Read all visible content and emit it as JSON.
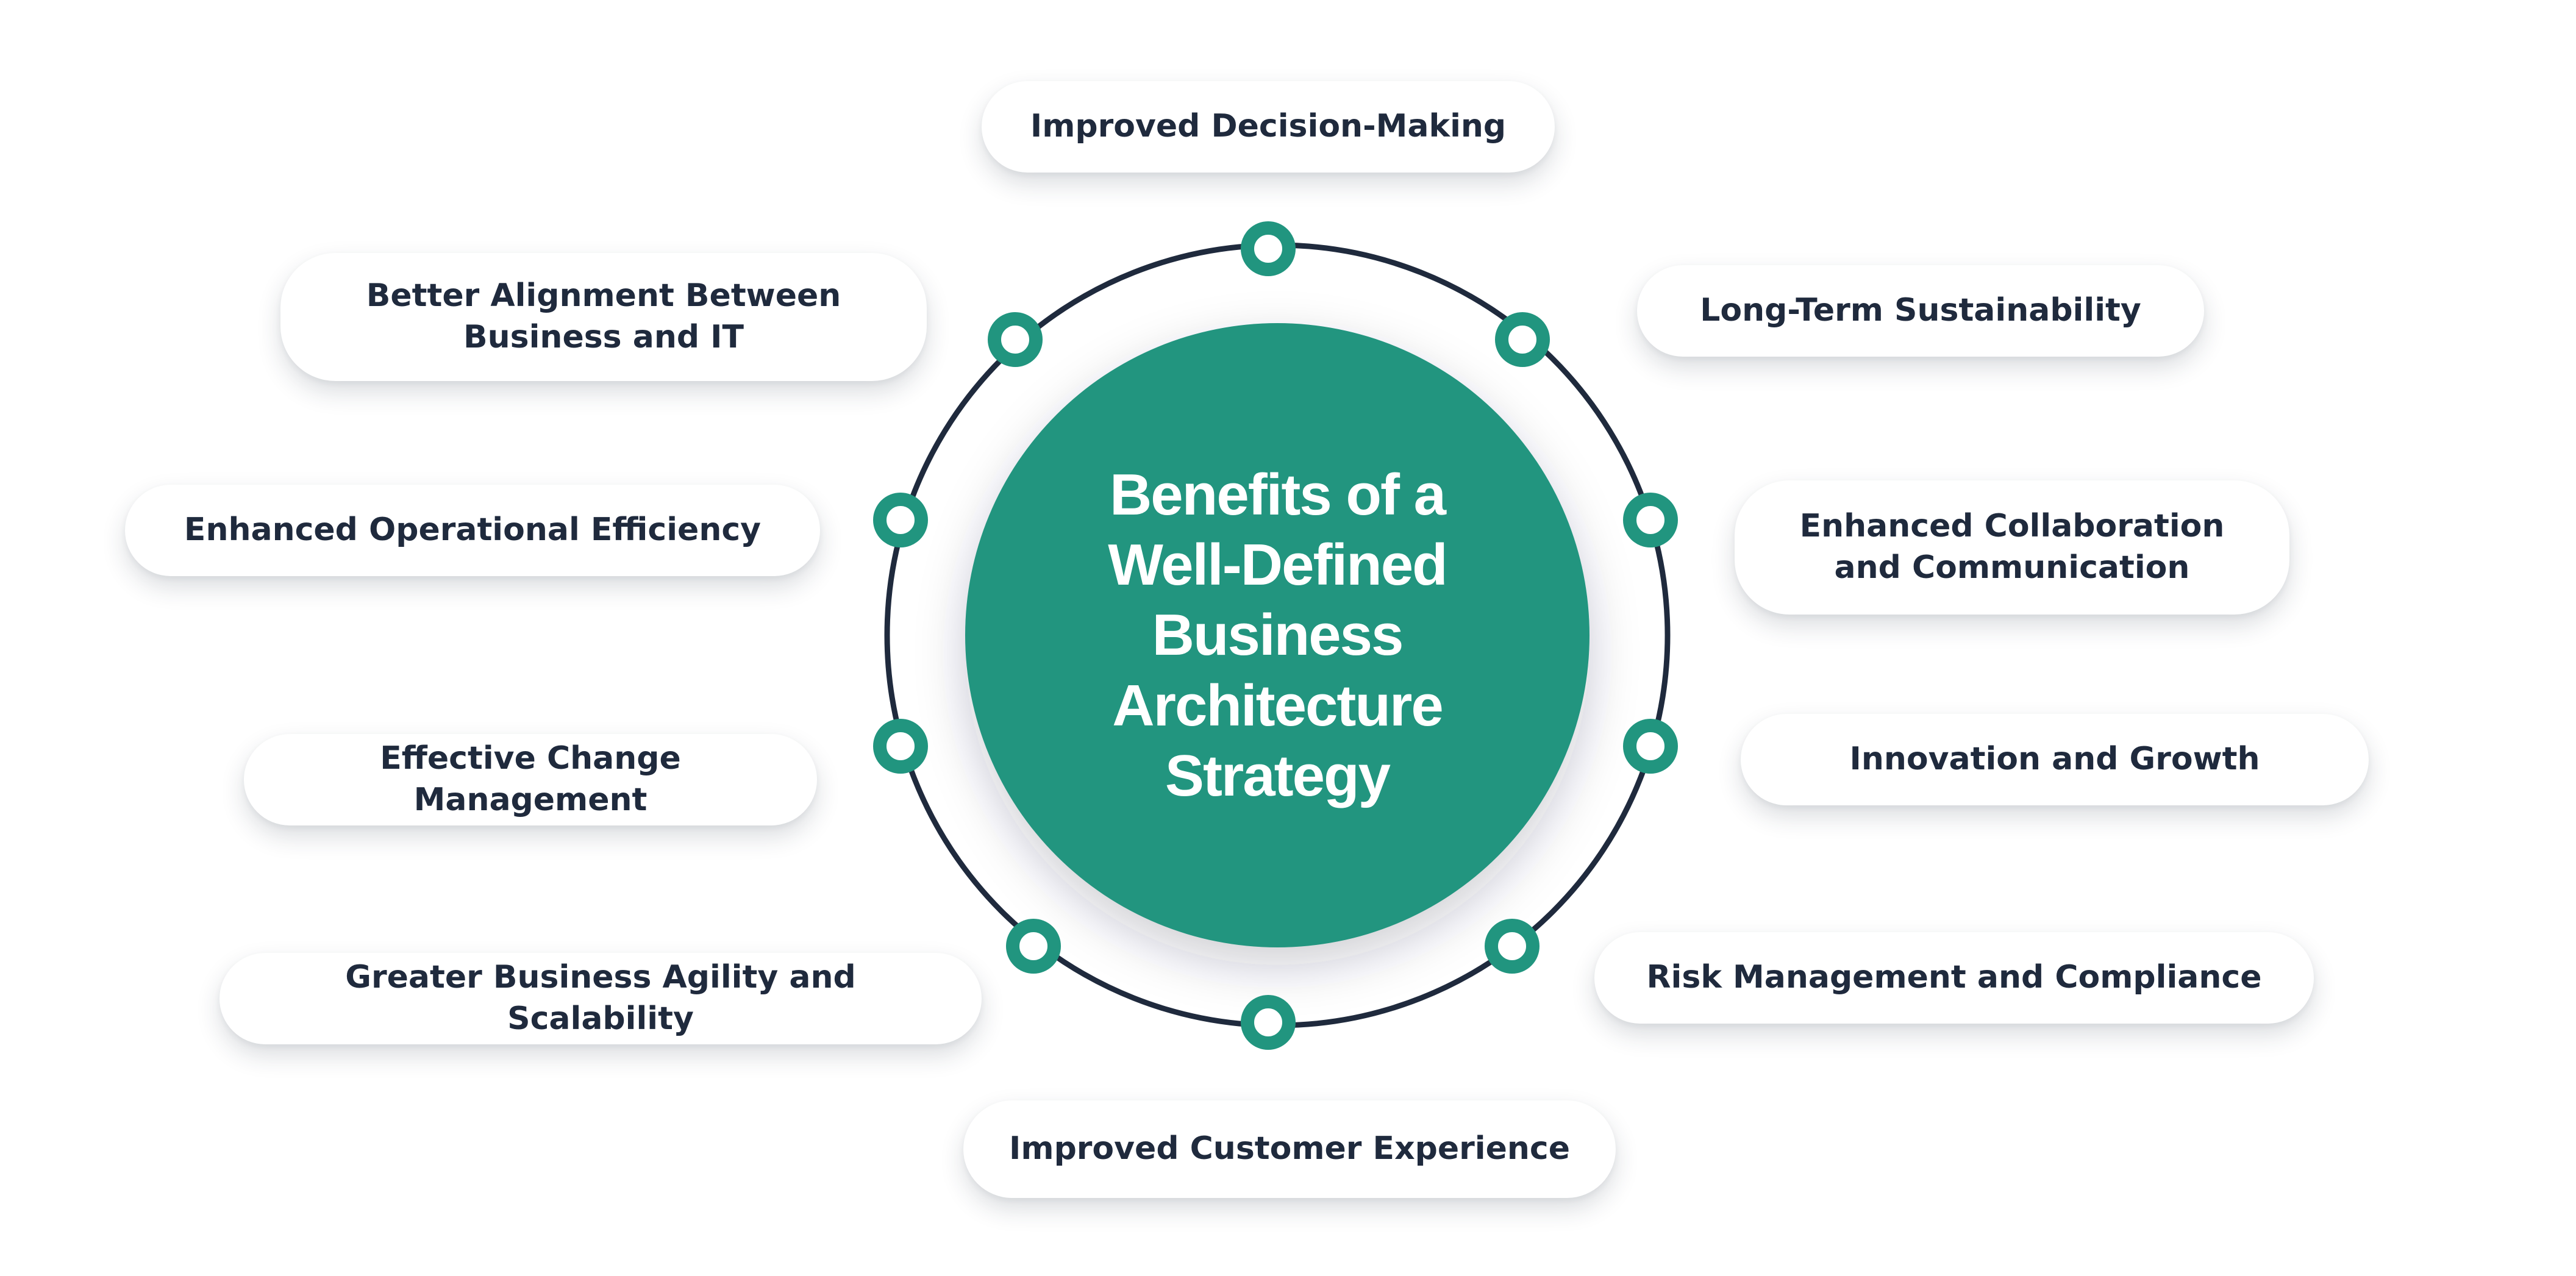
{
  "center": {
    "title": "Benefits of a\nWell-Defined Business\nArchitecture Strategy"
  },
  "benefits": [
    "Improved Decision-Making",
    "Long-Term Sustainability",
    "Enhanced Collaboration\nand Communication",
    "Innovation and Growth",
    "Risk Management and Compliance",
    "Improved Customer Experience",
    "Greater Business Agility and Scalability",
    "Effective Change Management",
    "Enhanced Operational Efficiency",
    "Better Alignment Between\nBusiness and IT"
  ],
  "colors": {
    "accent": "#21957f",
    "ring": "#1f2a3d",
    "label_text": "#1f2a3d",
    "center_text": "#ffffff"
  }
}
